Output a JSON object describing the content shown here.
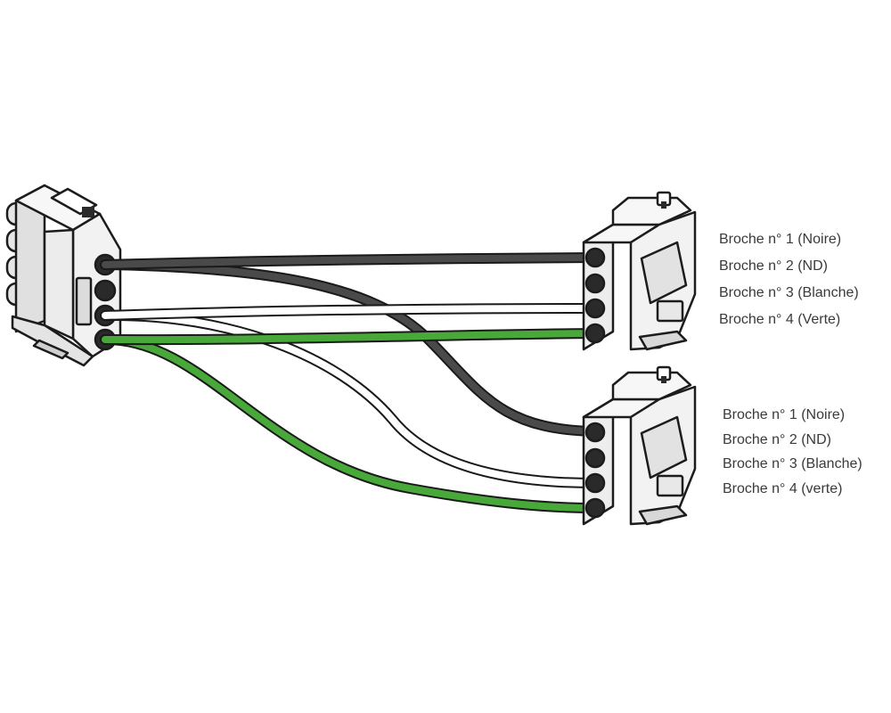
{
  "wires": {
    "black": "#4a4a4a",
    "white": "#ffffff",
    "green": "#49a83a",
    "outline": "#1a1a1a"
  },
  "connectors": {
    "fill": "#f2f2f2",
    "shade": "#d4d4d4",
    "outline": "#1c1c1c"
  },
  "top_connector_labels": [
    "Broche n° 1 (Noire)",
    "Broche n° 2 (ND)",
    "Broche n° 3 (Blanche)",
    "Broche n° 4 (Verte)"
  ],
  "bottom_connector_labels": [
    "Broche n° 1 (Noire)",
    "Broche n° 2 (ND)",
    "Broche n° 3 (Blanche)",
    "Broche n° 4 (verte)"
  ]
}
